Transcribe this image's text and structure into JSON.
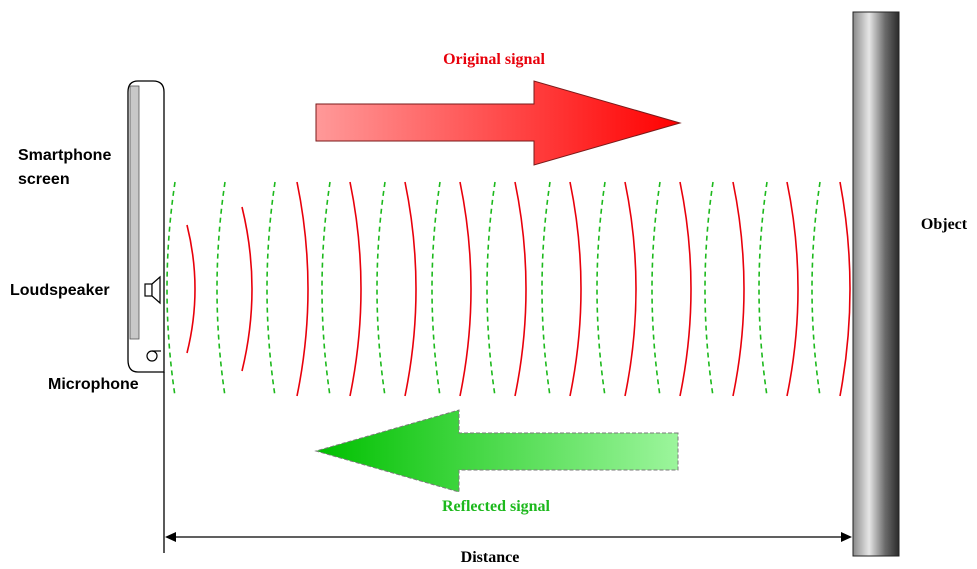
{
  "labels": {
    "original_signal": "Original signal",
    "reflected_signal": "Reflected signal",
    "smartphone_screen_line1": "Smartphone",
    "smartphone_screen_line2": "screen",
    "loudspeaker": "Loudspeaker",
    "microphone": "Microphone",
    "object": "Object",
    "distance": "Distance"
  },
  "colors": {
    "original": "#e8000b",
    "reflected": "#1db91d",
    "outline": "#000000"
  },
  "icons": {
    "loudspeaker": "speaker-icon",
    "microphone": "microphone-icon"
  }
}
